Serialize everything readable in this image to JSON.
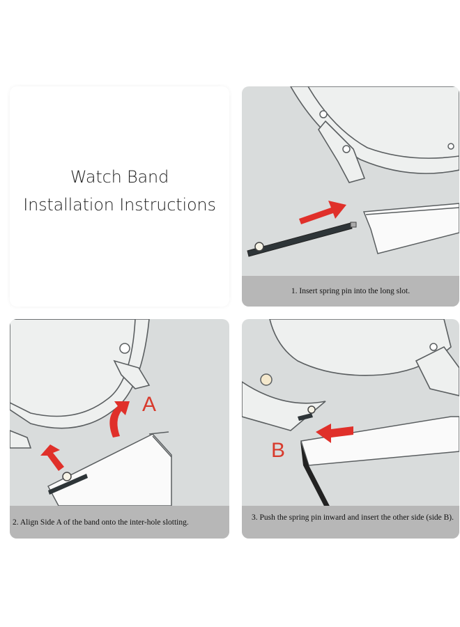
{
  "title": {
    "line1": "Watch Band",
    "line2": "Installation Instructions"
  },
  "steps": [
    {
      "caption": "1. Insert spring pin into the long slot."
    },
    {
      "caption": "2. Align Side A of the band onto the inter-hole slotting.",
      "label": "A"
    },
    {
      "caption": "3. Push the spring pin inward and insert the other side (side B).",
      "label": "B"
    }
  ],
  "colors": {
    "panel_grey": "#d9dcdc",
    "caption_bar": "#b7b7b7",
    "arrow_red": "#e0302a",
    "outline": "#5a5e60"
  }
}
